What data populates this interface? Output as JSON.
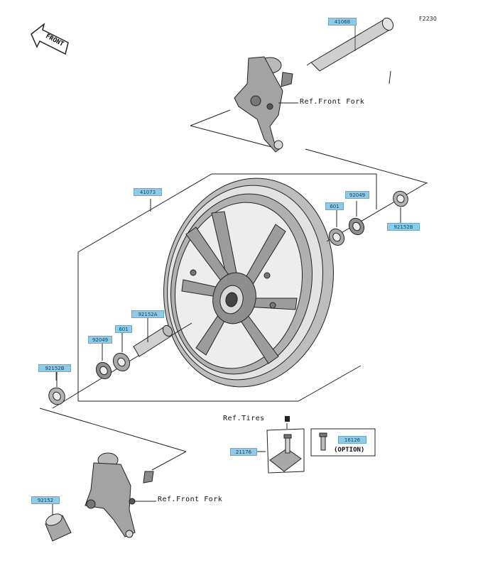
{
  "figure_code": "F2230",
  "front_arrow_label": "FRONT",
  "option_label": "(OPTION)",
  "references": {
    "front_fork_top": "Ref.Front Fork",
    "front_fork_bottom": "Ref.Front Fork",
    "tires": "Ref.Tires"
  },
  "parts": {
    "axle": "41068",
    "wheel": "41073",
    "bearing_right": "601",
    "seal_right": "92049",
    "collar_right": "92152B",
    "spacer": "92152A",
    "bearing_left": "601",
    "seal_left": "92049",
    "collar_left": "92152B",
    "valve": "21176",
    "valve_option": "16126",
    "collar_bottom": "92152"
  },
  "colors": {
    "label_bg": "#8ecbe8",
    "line": "#222222",
    "shade": "#9a9a9a"
  }
}
